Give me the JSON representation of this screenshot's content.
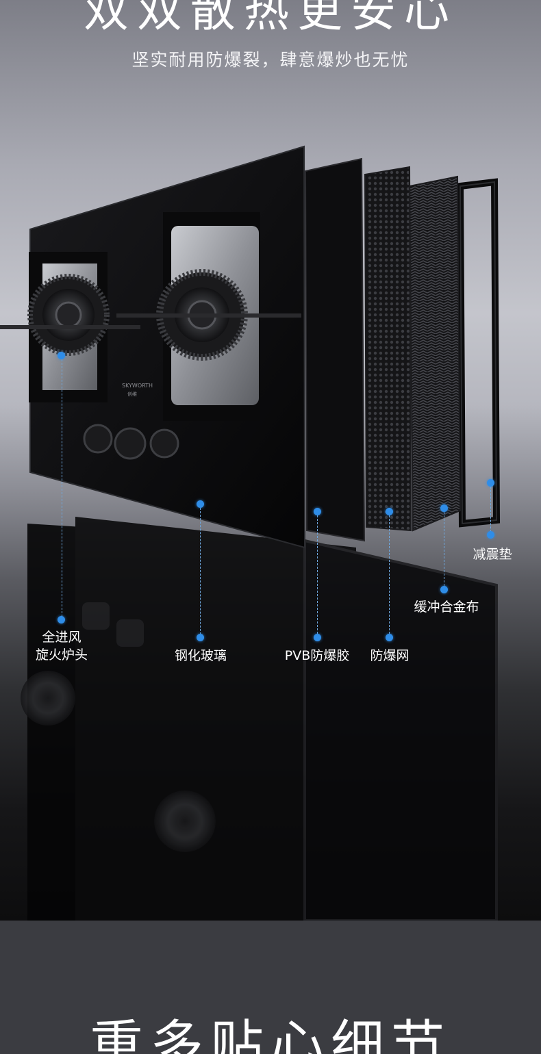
{
  "hero": {
    "title": "双双散热更安心",
    "subtitle": "坚实耐用防爆裂，肆意爆炒也无忧",
    "brand": "SKYWORTH",
    "brand_sub": "创维"
  },
  "layers": [
    {
      "label": "全进风\n旋火炉头"
    },
    {
      "label": "钢化玻璃"
    },
    {
      "label": "PVB防爆胶"
    },
    {
      "label": "防爆网"
    },
    {
      "label": "缓冲合金布"
    },
    {
      "label": "减震垫"
    }
  ],
  "colors": {
    "accent": "#2f8de8",
    "glass": "#0c0c0e",
    "steel": "#9a9ca2"
  },
  "footer": {
    "title": "重多贴心细节"
  }
}
